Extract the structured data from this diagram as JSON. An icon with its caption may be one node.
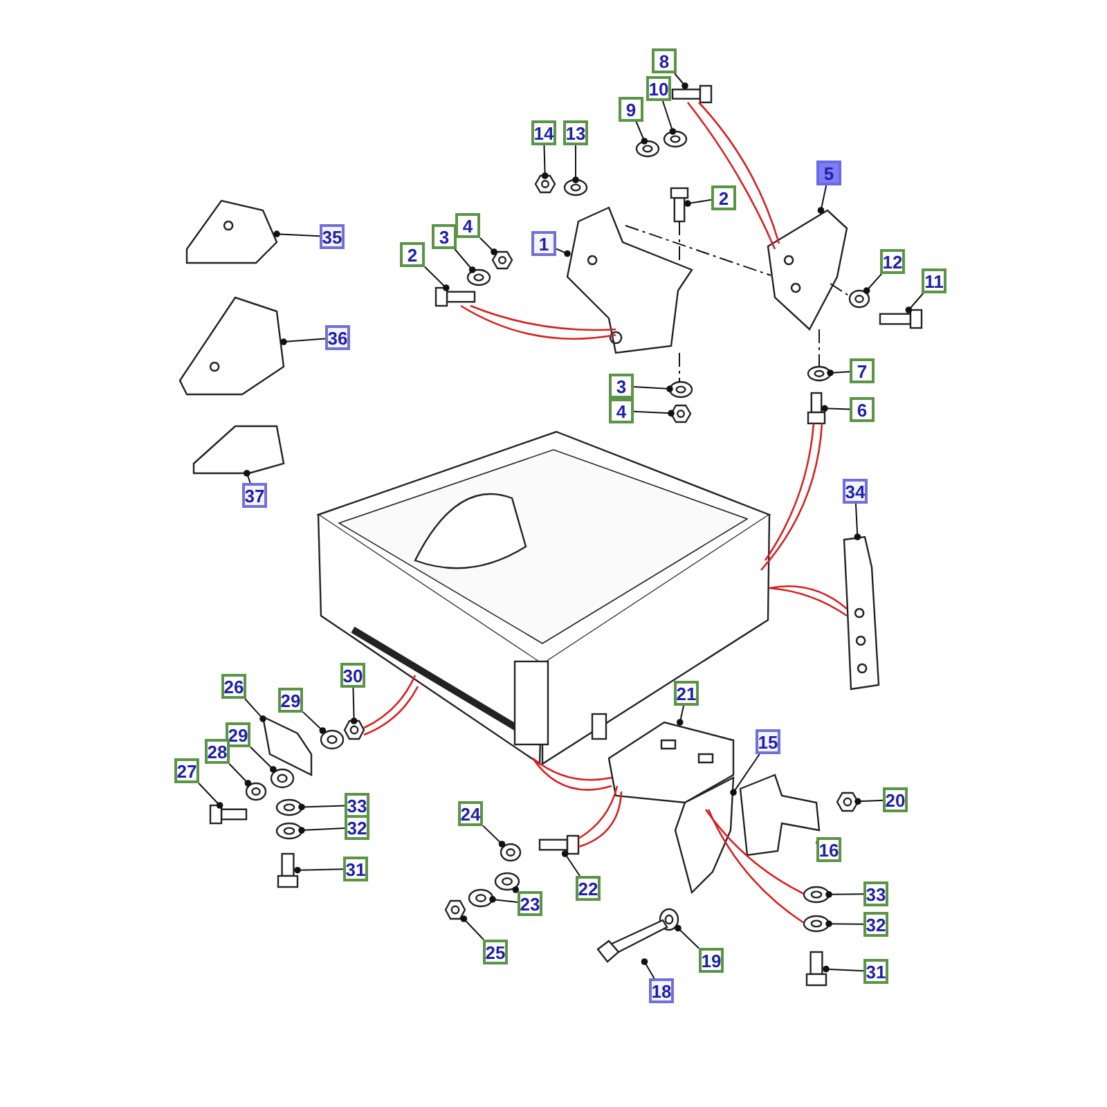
{
  "diagram": {
    "nodes": [
      {
        "text": [
          "8"
        ]
      },
      {
        "text": [
          "10"
        ]
      },
      {
        "text": [
          "9"
        ]
      },
      {
        "text": [
          "14"
        ]
      },
      {
        "text": [
          "13"
        ]
      },
      {
        "text": [
          "2"
        ]
      },
      {
        "text": [
          "5"
        ]
      },
      {
        "text": [
          "1"
        ]
      },
      {
        "text": [
          "4"
        ]
      },
      {
        "text": [
          "3"
        ]
      },
      {
        "text": [
          "2"
        ]
      },
      {
        "text": [
          "12"
        ]
      },
      {
        "text": [
          "11"
        ]
      },
      {
        "text": [
          "7"
        ]
      },
      {
        "text": [
          "3"
        ]
      },
      {
        "text": [
          "4"
        ]
      },
      {
        "text": [
          "6"
        ]
      },
      {
        "text": [
          "34"
        ]
      },
      {
        "text": [
          "35"
        ]
      },
      {
        "text": [
          "36"
        ]
      },
      {
        "text": [
          "37"
        ]
      },
      {
        "text": [
          "26"
        ]
      },
      {
        "text": [
          "29"
        ]
      },
      {
        "text": [
          "30"
        ]
      },
      {
        "text": [
          "29"
        ]
      },
      {
        "text": [
          "28"
        ]
      },
      {
        "text": [
          "27"
        ]
      },
      {
        "text": [
          "33"
        ]
      },
      {
        "text": [
          "32"
        ]
      },
      {
        "text": [
          "31"
        ]
      },
      {
        "text": [
          "21"
        ]
      },
      {
        "text": [
          "15"
        ]
      },
      {
        "text": [
          "20"
        ]
      },
      {
        "text": [
          "16"
        ]
      },
      {
        "text": [
          "24"
        ]
      },
      {
        "text": [
          "22"
        ]
      },
      {
        "text": [
          "23"
        ]
      },
      {
        "text": [
          "25"
        ]
      },
      {
        "text": [
          "19"
        ]
      },
      {
        "text": [
          "18"
        ]
      },
      {
        "text": [
          "33"
        ]
      },
      {
        "text": [
          "32"
        ]
      },
      {
        "text": [
          "31"
        ]
      },
      {
        "text": [],
        "shape": "picture"
      },
      {
        "text": [],
        "shape": "picture"
      },
      {
        "text": [],
        "shape": "picture"
      },
      {
        "text": [],
        "shape": "picture"
      },
      {
        "text": [],
        "shape": "picture"
      },
      {
        "text": [],
        "shape": "picture"
      },
      {
        "text": [],
        "shape": "picture"
      },
      {
        "text": [],
        "shape": "picture"
      },
      {
        "text": [],
        "shape": "picture"
      },
      {
        "text": [],
        "shape": "picture"
      },
      {
        "text": [],
        "shape": "picture"
      },
      {
        "text": [],
        "shape": "picture"
      },
      {
        "text": [],
        "shape": "picture"
      },
      {
        "text": [],
        "shape": "picture"
      },
      {
        "text": [],
        "shape": "picture"
      },
      {
        "text": [],
        "shape": "picture"
      },
      {
        "text": [],
        "shape": "picture"
      },
      {
        "text": [],
        "shape": "picture"
      },
      {
        "text": [],
        "shape": "picture"
      },
      {
        "text": [],
        "shape": "picture"
      },
      {
        "text": [],
        "shape": "picture"
      },
      {
        "text": [],
        "shape": "picture"
      },
      {
        "text": [],
        "shape": "picture"
      },
      {
        "text": [],
        "shape": "picture"
      },
      {
        "text": [],
        "shape": "picture"
      },
      {
        "text": [],
        "shape": "picture"
      },
      {
        "text": [],
        "shape": "picture"
      },
      {
        "text": [],
        "shape": "picture"
      },
      {
        "text": [],
        "shape": "picture"
      },
      {
        "text": [],
        "shape": "picture"
      },
      {
        "text": [],
        "shape": "picture"
      },
      {
        "text": [],
        "shape": "picture"
      },
      {
        "text": [],
        "shape": "picture"
      },
      {
        "text": [],
        "shape": "picture"
      },
      {
        "text": [],
        "shape": "picture"
      },
      {
        "text": [],
        "shape": "picture"
      },
      {
        "text": [],
        "shape": "picture"
      },
      {
        "text": [],
        "shape": "picture"
      },
      {
        "text": [],
        "shape": "picture"
      },
      {
        "text": [],
        "shape": "picture"
      },
      {
        "text": [],
        "shape": "picture"
      },
      {
        "text": [],
        "shape": "picture"
      },
      {
        "text": [],
        "shape": "picture"
      },
      {
        "text": [],
        "shape": "picture"
      },
      {
        "text": [],
        "shape": "picture"
      }
    ],
    "edges": [
      {
        "from": 0,
        "to": 43,
        "arrow": "other"
      },
      {
        "from": 1,
        "to": 44,
        "arrow": "other"
      },
      {
        "from": 2,
        "to": 45,
        "arrow": "other"
      },
      {
        "from": 3,
        "to": 46,
        "arrow": "other"
      },
      {
        "from": 4,
        "to": 47,
        "arrow": "other"
      },
      {
        "from": 5,
        "to": 48,
        "arrow": "other"
      },
      {
        "from": 6,
        "to": 49,
        "arrow": "other"
      },
      {
        "from": 7,
        "to": 50,
        "arrow": "other"
      },
      {
        "from": 8,
        "to": 51,
        "arrow": "other"
      },
      {
        "from": 9,
        "to": 52,
        "arrow": "other"
      },
      {
        "from": 10,
        "to": 53,
        "arrow": "other"
      },
      {
        "from": 11,
        "to": 54,
        "arrow": "other"
      },
      {
        "from": 12,
        "to": 55,
        "arrow": "other"
      },
      {
        "from": 13,
        "to": 56,
        "arrow": "other"
      },
      {
        "from": 14,
        "to": 57,
        "arrow": "other"
      },
      {
        "from": 15,
        "to": 58,
        "arrow": "other"
      },
      {
        "from": 16,
        "to": 59,
        "arrow": "other"
      },
      {
        "from": 17,
        "to": 60,
        "arrow": "other"
      },
      {
        "from": 18,
        "to": 61,
        "arrow": "other"
      },
      {
        "from": 19,
        "to": 62,
        "arrow": "other"
      },
      {
        "from": 20,
        "to": 63,
        "arrow": "other"
      },
      {
        "from": 21,
        "to": 64,
        "arrow": "other"
      },
      {
        "from": 22,
        "to": 65,
        "arrow": "other"
      },
      {
        "from": 23,
        "to": 66,
        "arrow": "other"
      },
      {
        "from": 24,
        "to": 67,
        "arrow": "other"
      },
      {
        "from": 25,
        "to": 68,
        "arrow": "other"
      },
      {
        "from": 26,
        "to": 69,
        "arrow": "other"
      },
      {
        "from": 27,
        "to": 70,
        "arrow": "other"
      },
      {
        "from": 28,
        "to": 71,
        "arrow": "other"
      },
      {
        "from": 29,
        "to": 72,
        "arrow": "other"
      },
      {
        "from": 30,
        "to": 73,
        "arrow": "other"
      },
      {
        "from": 31,
        "to": 74,
        "arrow": "other"
      },
      {
        "from": 32,
        "to": 75,
        "arrow": "other"
      },
      {
        "from": 33,
        "to": 76,
        "arrow": "other"
      },
      {
        "from": 34,
        "to": 77,
        "arrow": "other"
      },
      {
        "from": 35,
        "to": 78,
        "arrow": "other"
      },
      {
        "from": 36,
        "to": 79,
        "arrow": "other"
      },
      {
        "from": 36,
        "to": 80,
        "arrow": "other"
      },
      {
        "from": 37,
        "to": 81,
        "arrow": "other"
      },
      {
        "from": 38,
        "to": 82,
        "arrow": "other"
      },
      {
        "from": 39,
        "to": 83,
        "arrow": "other"
      },
      {
        "from": 40,
        "to": 84,
        "arrow": "other"
      },
      {
        "from": 41,
        "to": 85,
        "arrow": "other"
      },
      {
        "from": 42,
        "to": 86,
        "arrow": "other"
      },
      {
        "from": 53,
        "to": 50,
        "arrow": "none",
        "color": "#d42020"
      },
      {
        "from": 53,
        "to": 50,
        "arrow": "none",
        "color": "#d42020"
      },
      {
        "from": 43,
        "to": 49,
        "arrow": "none",
        "color": "#d42020"
      },
      {
        "from": 43,
        "to": 49,
        "arrow": "none",
        "color": "#d42020"
      },
      {
        "from": 59,
        "to": 87,
        "arrow": "none",
        "color": "#d42020"
      },
      {
        "from": 59,
        "to": 87,
        "arrow": "none",
        "color": "#d42020"
      },
      {
        "from": 87,
        "to": 60,
        "arrow": "none",
        "color": "#d42020"
      },
      {
        "from": 87,
        "to": 60,
        "arrow": "none",
        "color": "#d42020"
      },
      {
        "from": 66,
        "to": 87,
        "arrow": "none",
        "color": "#d42020"
      },
      {
        "from": 66,
        "to": 87,
        "arrow": "none",
        "color": "#d42020"
      },
      {
        "from": 87,
        "to": 73,
        "arrow": "none",
        "color": "#d42020"
      },
      {
        "from": 87,
        "to": 73,
        "arrow": "none",
        "color": "#d42020"
      },
      {
        "from": 78,
        "to": 73,
        "arrow": "none",
        "color": "#d42020"
      },
      {
        "from": 78,
        "to": 73,
        "arrow": "none",
        "color": "#d42020"
      },
      {
        "from": 74,
        "to": 84,
        "arrow": "none",
        "color": "#d42020"
      },
      {
        "from": 74,
        "to": 85,
        "arrow": "none",
        "color": "#d42020"
      },
      {
        "from": 50,
        "to": 49,
        "arrow": "none",
        "style": "dashed"
      },
      {
        "from": 48,
        "to": 50,
        "arrow": "none",
        "style": "dashed"
      },
      {
        "from": 50,
        "to": 57,
        "arrow": "none",
        "style": "dashed"
      },
      {
        "from": 49,
        "to": 56,
        "arrow": "none",
        "style": "dashed"
      },
      {
        "from": 49,
        "to": 54,
        "arrow": "none",
        "style": "dashed"
      }
    ]
  }
}
